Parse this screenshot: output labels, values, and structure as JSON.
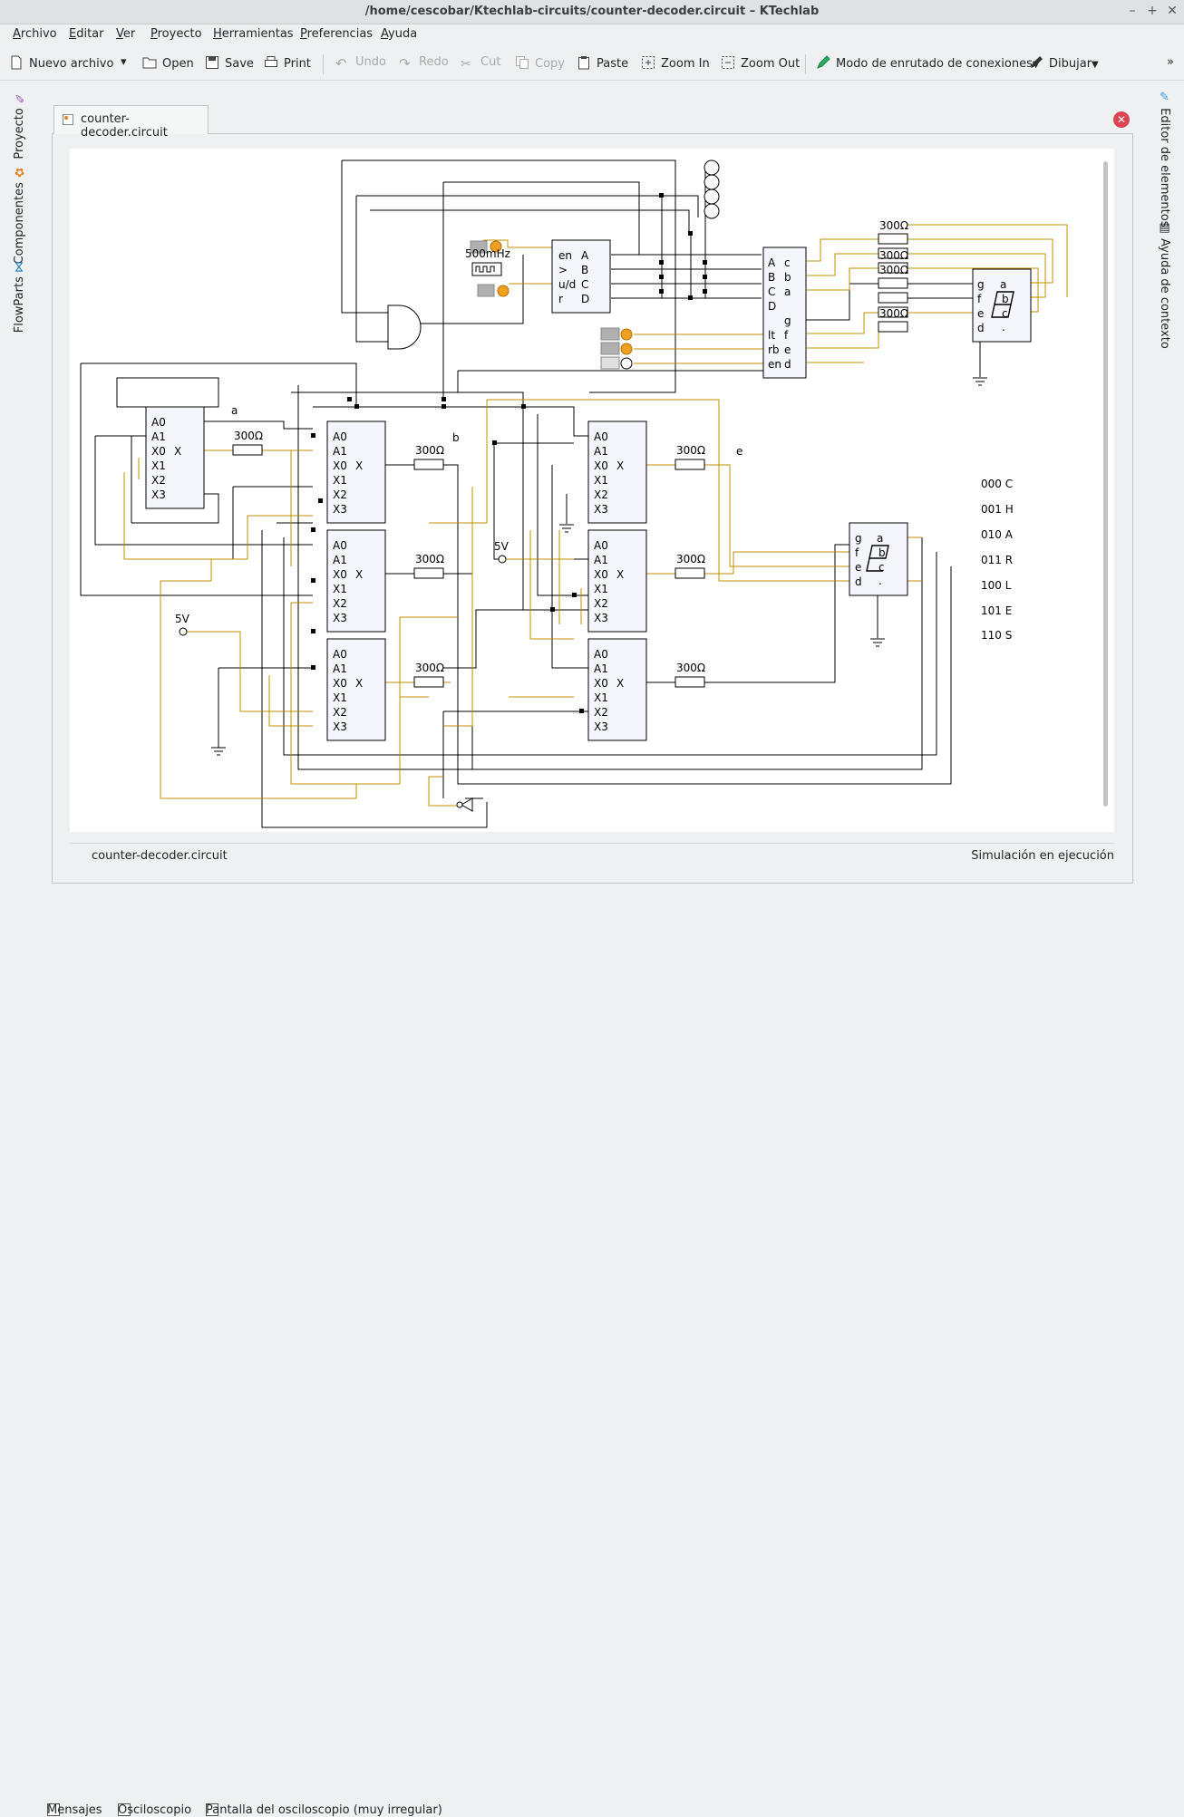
{
  "window": {
    "title": "/home/cescobar/Ktechlab-circuits/counter-decoder.circuit – KTechlab"
  },
  "menu": [
    "Archivo",
    "Editar",
    "Ver",
    "Proyecto",
    "Herramientas",
    "Preferencias",
    "Ayuda"
  ],
  "toolbar": {
    "new_file": "Nuevo archivo",
    "open": "Open",
    "save": "Save",
    "print": "Print",
    "undo": "Undo",
    "redo": "Redo",
    "cut": "Cut",
    "copy": "Copy",
    "paste": "Paste",
    "zoom_in": "Zoom In",
    "zoom_out": "Zoom Out",
    "routing_mode": "Modo de enrutado de conexiones",
    "draw": "Dibujar",
    "more": "»"
  },
  "left_panel": {
    "project": "Proyecto",
    "components": "Componentes",
    "flowparts": "FlowParts"
  },
  "right_panel": {
    "item_editor": "Editor de elementos",
    "context_help": "Ayuda de contexto"
  },
  "document": {
    "tab_label": "counter-decoder.circuit",
    "status_file": "counter-decoder.circuit",
    "status_sim": "Simulación en ejecución"
  },
  "circuit": {
    "clock_freq": "500mHz",
    "counter_pins_left": [
      "en",
      ">",
      "u/d",
      "r"
    ],
    "counter_pins_right": [
      "A",
      "B",
      "C",
      "D"
    ],
    "decoder_pins_left": [
      "A",
      "B",
      "C",
      "D",
      "lt",
      "rb",
      "en"
    ],
    "decoder_pins_right": [
      "c",
      "b",
      "a",
      "g",
      "f",
      "e",
      "d"
    ],
    "seg_pins": [
      "g",
      "f",
      "e",
      "d"
    ],
    "seg_labels": [
      "a",
      "b",
      "c",
      "."
    ],
    "mux_pins": [
      "A0",
      "A1",
      "X0",
      "X1",
      "X2",
      "X3"
    ],
    "mux_out": "X",
    "resistor": "300Ω",
    "supply": "5V",
    "wire_labels": {
      "a": "a",
      "b": "b",
      "e": "e"
    },
    "truth_table": [
      "000 C",
      "001 H",
      "010 A",
      "011 R",
      "100 L",
      "101 E",
      "110 S"
    ]
  },
  "bottom_tabs": {
    "messages": "Mensajes",
    "oscilloscope": "Osciloscopio",
    "scope_screen": "Pantalla del osciloscopio (muy irregular)"
  }
}
